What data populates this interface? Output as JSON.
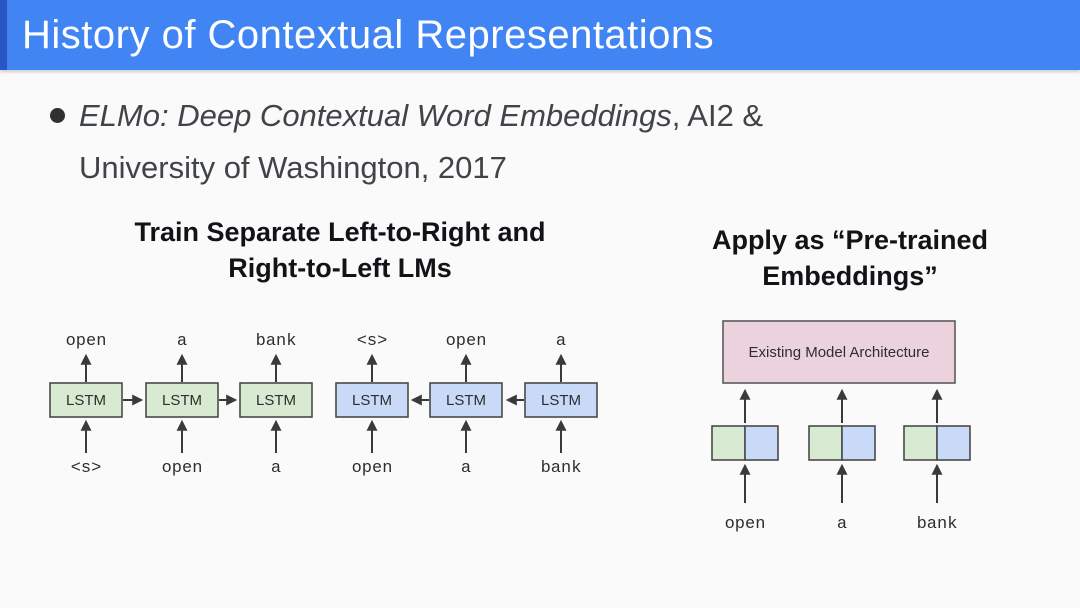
{
  "slide": {
    "title": "History of Contextual Representations",
    "bullet": {
      "italic": "ELMo: Deep Contextual Word Embeddings",
      "rest": ", AI2 &",
      "line2": "University of Washington, 2017"
    }
  },
  "left_panel": {
    "heading_line1": "Train Separate Left-to-Right and",
    "heading_line2": "Right-to-Left LMs",
    "forward_lm": {
      "box_label": "LSTM",
      "outputs": [
        "open",
        "a",
        "bank"
      ],
      "inputs": [
        "<s>",
        "open",
        "a"
      ]
    },
    "backward_lm": {
      "box_label": "LSTM",
      "outputs": [
        "<s>",
        "open",
        "a"
      ],
      "inputs": [
        "open",
        "a",
        "bank"
      ]
    }
  },
  "right_panel": {
    "heading_line1": "Apply as “Pre-trained",
    "heading_line2": "Embeddings”",
    "model_box_label": "Existing Model Architecture",
    "input_words": [
      "open",
      "a",
      "bank"
    ]
  },
  "colors": {
    "header_bg": "#4184f3",
    "header_accent": "#2a55c5",
    "lstm_forward_fill": "#d9ead3",
    "lstm_backward_fill": "#c9daf8",
    "model_box_fill": "#ecd2dd",
    "embedding_green": "#d9ead3",
    "embedding_blue": "#c9daf8"
  }
}
